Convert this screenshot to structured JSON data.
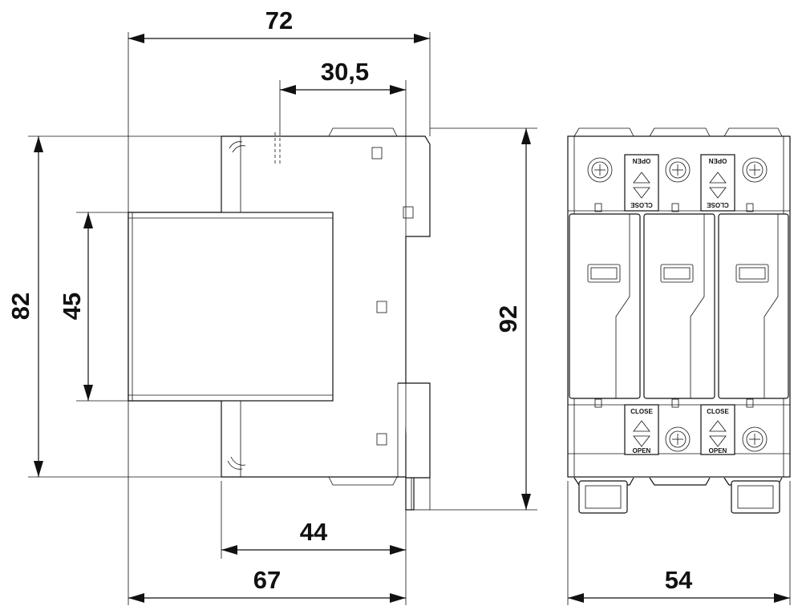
{
  "dimensions": {
    "width_total_side": "72",
    "depth_front": "30,5",
    "height_82": "82",
    "window_45": "45",
    "height_92": "92",
    "base_44": "44",
    "base_67": "67",
    "front_width": "54"
  },
  "labels": {
    "open": "OPEN",
    "close": "CLOSE"
  }
}
